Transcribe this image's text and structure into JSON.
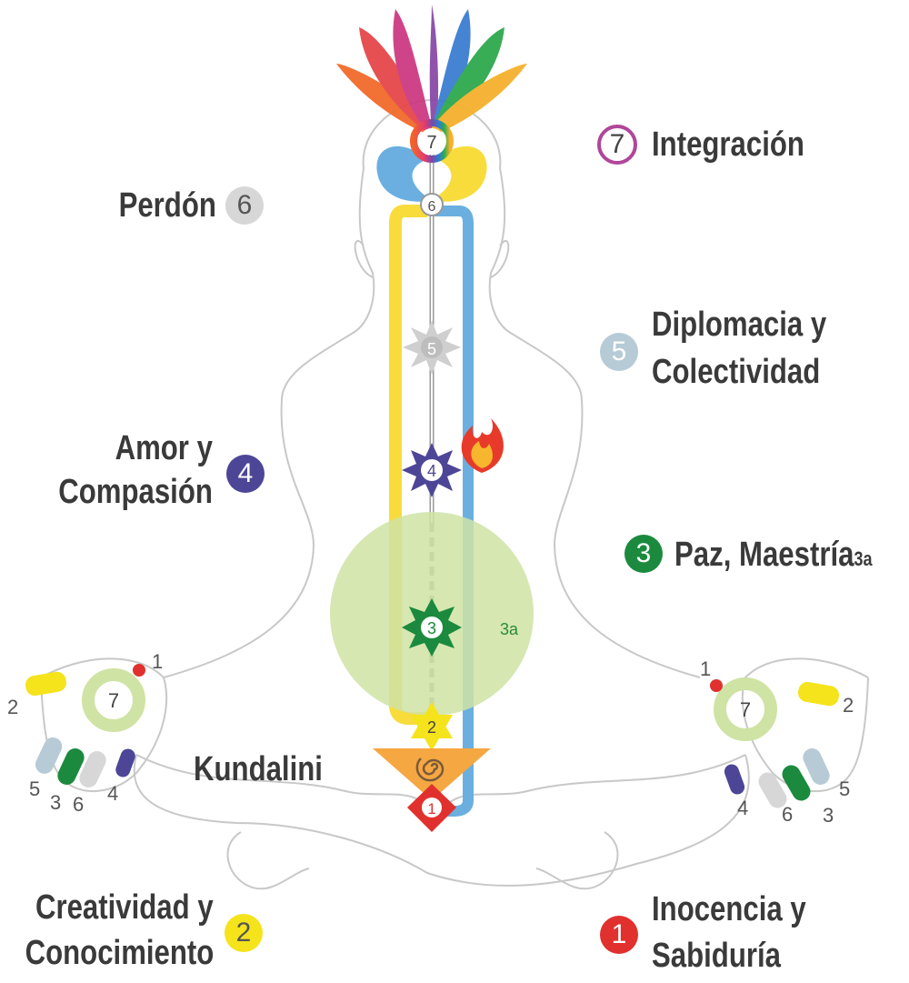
{
  "chakras": {
    "c7": {
      "num": "7",
      "label": "Integración"
    },
    "c6": {
      "num": "6",
      "label": "Perdón"
    },
    "c5": {
      "num": "5",
      "label1": "Diplomacia y",
      "label2": "Colectividad"
    },
    "c4": {
      "num": "4",
      "label1": "Amor y",
      "label2": "Compasión"
    },
    "c3": {
      "num": "3",
      "label": "Paz, Maestría",
      "sub": "3a"
    },
    "c2": {
      "num": "2",
      "label1": "Creatividad y",
      "label2": "Conocimiento"
    },
    "c1": {
      "num": "1",
      "label1": "Inocencia y",
      "label2": "Sabiduría"
    },
    "kundalini": "Kundalini",
    "void": "3a"
  },
  "fingers": {
    "left": {
      "f1": "1",
      "f2": "2",
      "f3": "3",
      "f4": "4",
      "f5": "5",
      "f6": "6",
      "palm": "7"
    },
    "right": {
      "f1": "1",
      "f2": "2",
      "f3": "3",
      "f4": "4",
      "f5": "5",
      "f6": "6",
      "palm": "7"
    }
  },
  "colors": {
    "c1": "#e0312f",
    "c2": "#f5e31c",
    "c3": "#1b8a3e",
    "c4": "#4d4697",
    "c5": "#b7cbd6",
    "c6": "#d7d7d7",
    "void": "#cfe3a4",
    "left_channel": "#f7dc3c",
    "right_channel": "#6aafe0",
    "kundalini_triangle": "#f5a742"
  }
}
